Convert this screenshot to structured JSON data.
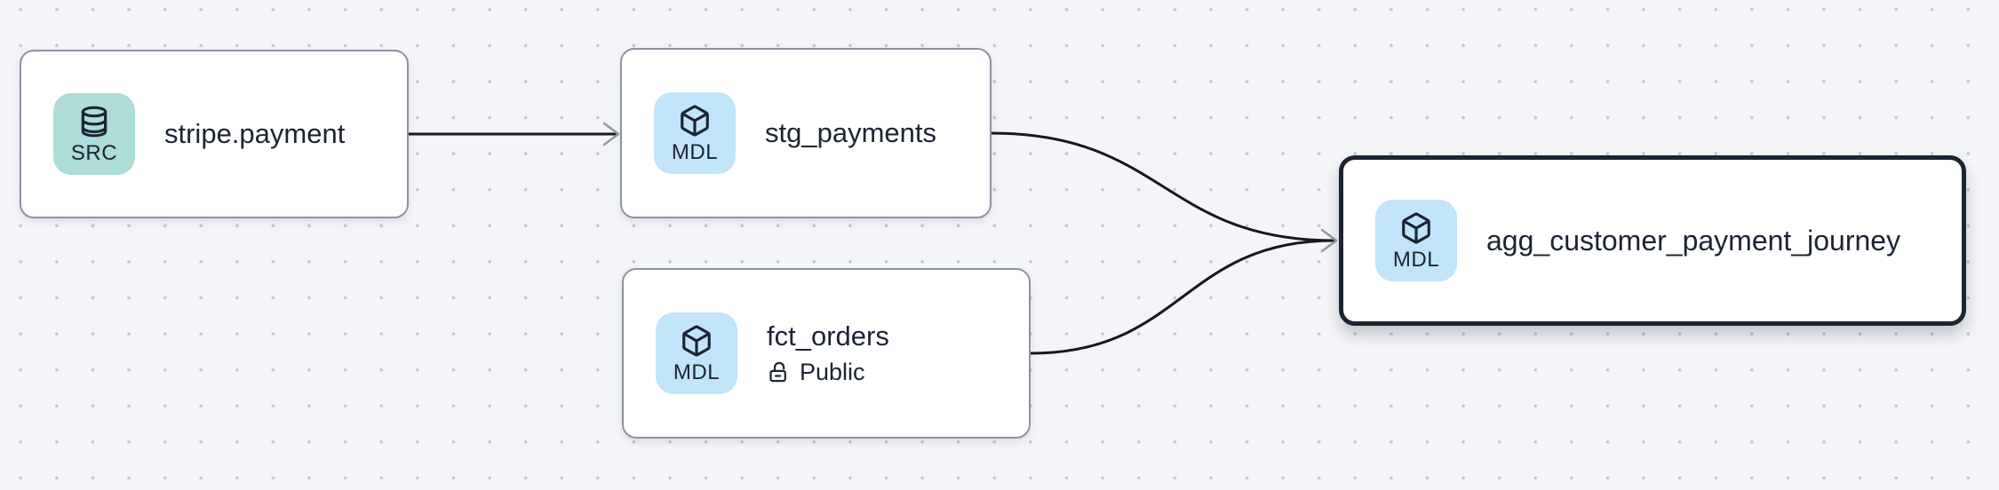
{
  "canvas": {
    "background_color": "#f4f5f8",
    "dot_color": "#c6c9ce",
    "edge_color": "#16181d",
    "arrowhead_color": "#939aa7",
    "selected_border_color": "#1c2433",
    "node_border_color": "#8d93a0"
  },
  "nodes": [
    {
      "title": "stripe.payment",
      "badge": {
        "label": "SRC",
        "icon": "database-icon",
        "color": "#aedcd7"
      },
      "selected": false
    },
    {
      "title": "stg_payments",
      "badge": {
        "label": "MDL",
        "icon": "cube-icon",
        "color": "#c2e4f8"
      },
      "selected": false
    },
    {
      "title": "fct_orders",
      "badge": {
        "label": "MDL",
        "icon": "cube-icon",
        "color": "#c2e4f8"
      },
      "access_label": "Public",
      "access_icon": "unlock-icon",
      "selected": false
    },
    {
      "title": "agg_customer_payment_journey",
      "badge": {
        "label": "MDL",
        "icon": "cube-icon",
        "color": "#c2e4f8"
      },
      "selected": true
    }
  ],
  "edges": [
    {
      "from": "stripe.payment",
      "to": "stg_payments"
    },
    {
      "from": "stg_payments",
      "to": "agg_customer_payment_journey"
    },
    {
      "from": "fct_orders",
      "to": "agg_customer_payment_journey"
    }
  ]
}
